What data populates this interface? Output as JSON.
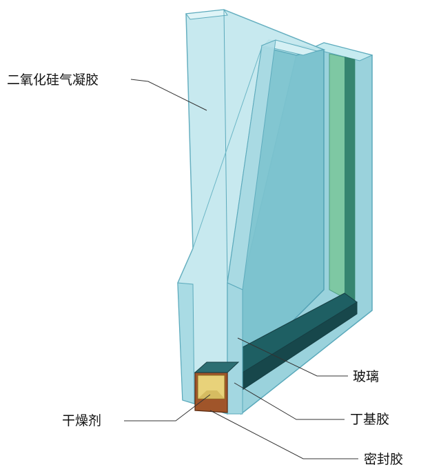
{
  "labels": {
    "aerogel": "二氧化硅气凝胶",
    "glass": "玻璃",
    "desiccant": "干燥剂",
    "butyl": "丁基胶",
    "sealant": "密封胶"
  },
  "colors": {
    "glass_face": "#b8e3ea",
    "glass_edge": "#8fd0dc",
    "glass_outline": "#5aa9bb",
    "tint_face": "#7cc3cf",
    "inner_green": "#7ec8a3",
    "spacer_dark": "#1e5f63",
    "desiccant": "#e8d27a",
    "sealant": "#a0552a",
    "leader": "#333333"
  }
}
